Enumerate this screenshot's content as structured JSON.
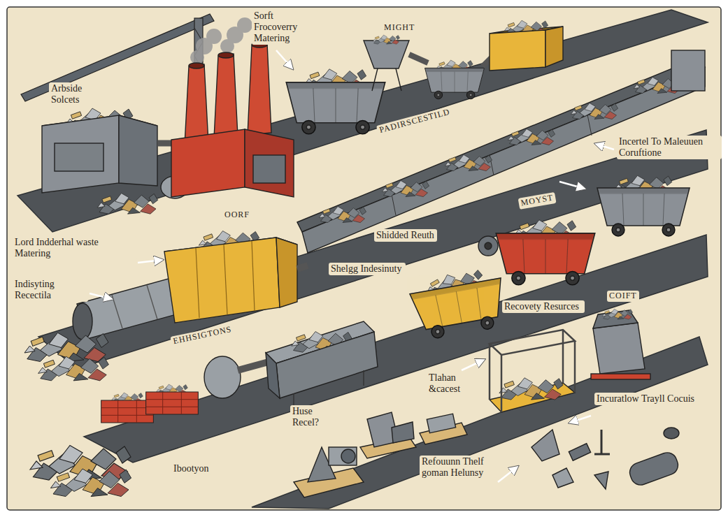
{
  "diagram": {
    "labels": [
      "Sorft Frocoverry Matering",
      "MIGHT",
      "Arbside Solcets",
      "PADIRSCESTILD",
      "Incertel To Maleuuen Coruftione",
      "MOYST",
      "OORF",
      "Lord Indderhal waste Matering",
      "Shidded Reuth",
      "Shelgg Indesinuty",
      "Indisyting Recectila",
      "COIFT",
      "Recovety Resurces",
      "EHHSIGTONS",
      "Tlahan &cacest",
      "Incuratlow Trayll Cocuis",
      "Huse Recel?",
      "Refouunn Thelf goman Helunsy",
      "Ibootyon"
    ]
  }
}
